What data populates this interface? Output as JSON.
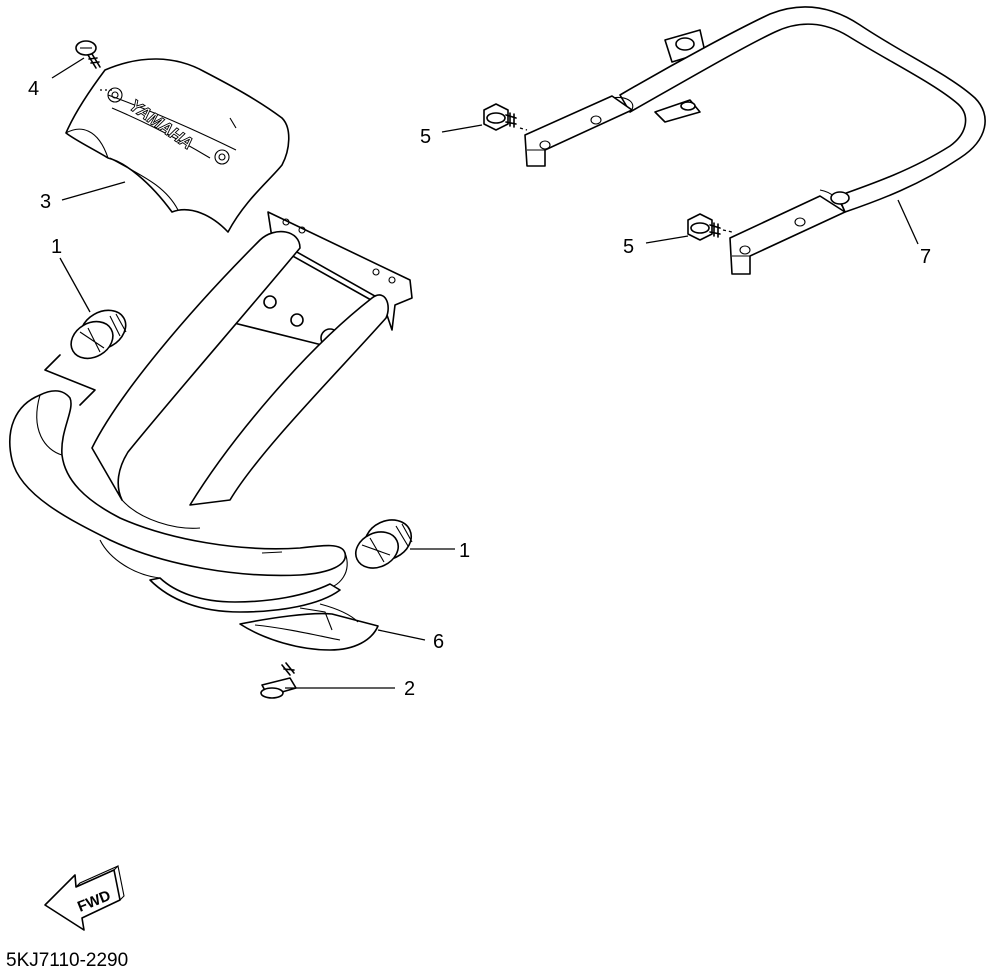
{
  "diagram": {
    "document_code": "5KJ7110-2290",
    "direction_label": "FWD",
    "brand_marking": "YAMAHA",
    "callouts": [
      {
        "id": "c1a",
        "label": "1"
      },
      {
        "id": "c1b",
        "label": "1"
      },
      {
        "id": "c2",
        "label": "2"
      },
      {
        "id": "c3",
        "label": "3"
      },
      {
        "id": "c4",
        "label": "4"
      },
      {
        "id": "c5a",
        "label": "5"
      },
      {
        "id": "c5b",
        "label": "5"
      },
      {
        "id": "c6",
        "label": "6"
      },
      {
        "id": "c7",
        "label": "7"
      }
    ]
  }
}
